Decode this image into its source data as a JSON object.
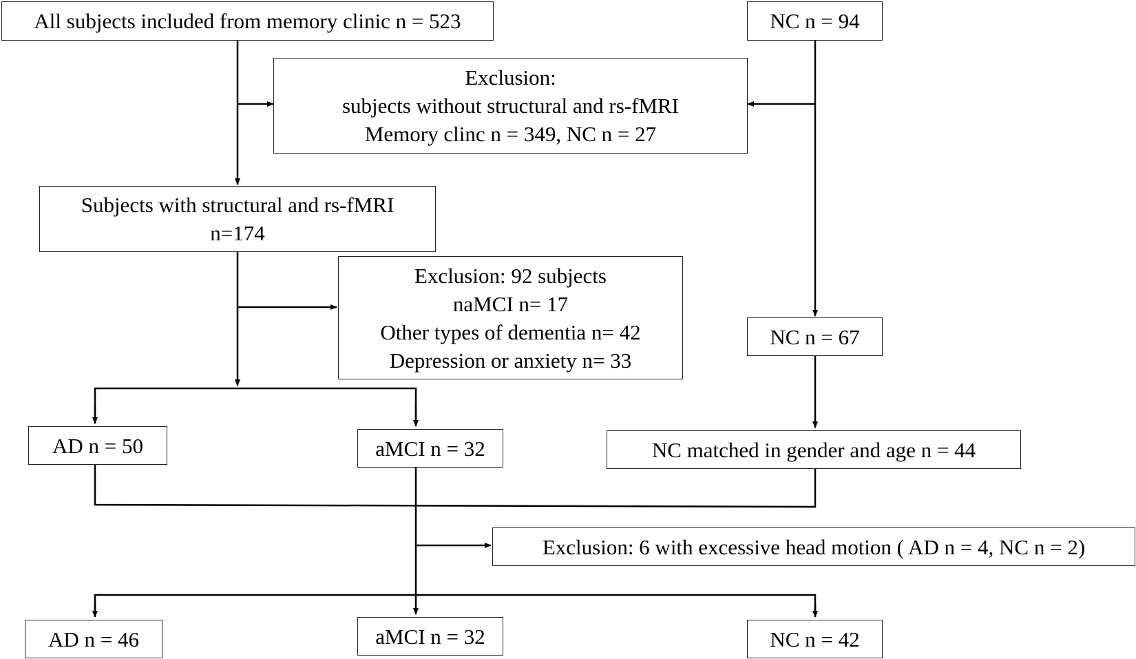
{
  "boxes": {
    "all_subjects": {
      "lines": [
        "All subjects included from memory clinic n = 523"
      ]
    },
    "nc_94": {
      "lines": [
        "NC n = 94"
      ]
    },
    "exclusion_1": {
      "lines": [
        "Exclusion:",
        "subjects without  structural and rs-fMRI",
        "Memory clinc n = 349, NC n = 27"
      ]
    },
    "with_mri": {
      "lines": [
        "Subjects with structural and rs-fMRI",
        "n=174"
      ]
    },
    "exclusion_2": {
      "lines": [
        "Exclusion: 92 subjects",
        "naMCI n= 17",
        "Other types of dementia n= 42",
        "Depression or anxiety n= 33"
      ]
    },
    "nc_67": {
      "lines": [
        "NC n = 67"
      ]
    },
    "ad_50": {
      "lines": [
        "AD n = 50"
      ]
    },
    "amci_32_a": {
      "lines": [
        "aMCI n = 32"
      ]
    },
    "nc_matched": {
      "lines": [
        "NC matched in gender and age  n = 44"
      ]
    },
    "exclusion_3": {
      "lines": [
        "Exclusion: 6 with  excessive head motion  ( AD n = 4, NC n = 2)"
      ]
    },
    "ad_46": {
      "lines": [
        "AD n = 46"
      ]
    },
    "amci_32_b": {
      "lines": [
        "aMCI n = 32"
      ]
    },
    "nc_42": {
      "lines": [
        "NC n = 42"
      ]
    }
  }
}
